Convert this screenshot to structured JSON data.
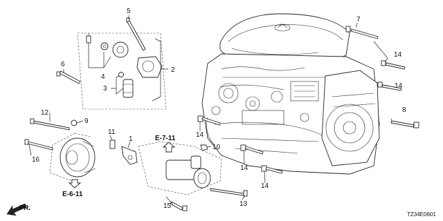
{
  "diagram": {
    "callouts": {
      "c1": "1",
      "c2": "2",
      "c3": "3",
      "c4": "4",
      "c5": "5",
      "c6": "6",
      "c7": "7",
      "c8": "8",
      "c9": "9",
      "c10": "10",
      "c11": "11",
      "c12": "12",
      "c13": "13",
      "c14a": "14",
      "c14b": "14",
      "c14c": "14",
      "c14d": "14",
      "c14e": "14",
      "c15": "15",
      "c16": "16"
    },
    "references": {
      "e711": "E-7-11",
      "e611": "E-6-11"
    },
    "direction_label": "FR.",
    "diagram_code": "TZ34E0601",
    "icons": [
      "front-direction-arrow-icon",
      "reference-up-arrow-icon",
      "reference-down-arrow-icon"
    ]
  }
}
